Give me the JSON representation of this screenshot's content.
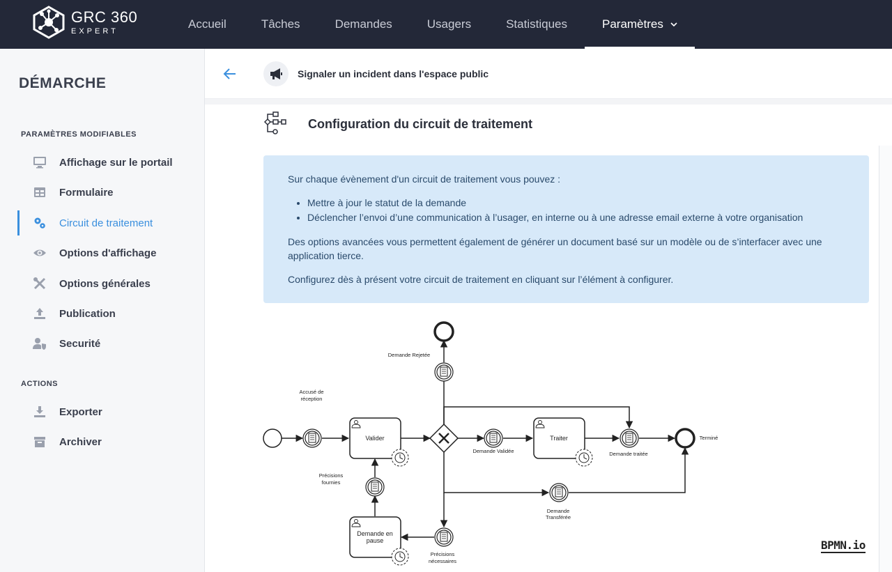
{
  "app": {
    "name": "GRC 360",
    "sub": "EXPERT"
  },
  "nav": [
    {
      "label": "Accueil"
    },
    {
      "label": "Tâches"
    },
    {
      "label": "Demandes"
    },
    {
      "label": "Usagers"
    },
    {
      "label": "Statistiques"
    },
    {
      "label": "Paramètres",
      "active": true
    }
  ],
  "sidebar": {
    "title": "DÉMARCHE",
    "section_params": "PARAMÈTRES MODIFIABLES",
    "section_actions": "ACTIONS",
    "items": [
      {
        "label": "Affichage sur le portail",
        "icon": "monitor-icon"
      },
      {
        "label": "Formulaire",
        "icon": "form-icon"
      },
      {
        "label": "Circuit de traitement",
        "icon": "gears-icon",
        "active": true
      },
      {
        "label": "Options d'affichage",
        "icon": "eye-icon"
      },
      {
        "label": "Options générales",
        "icon": "tools-icon"
      },
      {
        "label": "Publication",
        "icon": "upload-icon"
      },
      {
        "label": "Securité",
        "icon": "user-shield-icon"
      }
    ],
    "actions": [
      {
        "label": "Exporter",
        "icon": "download-icon"
      },
      {
        "label": "Archiver",
        "icon": "archive-icon"
      }
    ]
  },
  "header": {
    "process_title": "Signaler un incident dans l'espace public"
  },
  "section": {
    "title": "Configuration du circuit de traitement"
  },
  "info": {
    "intro": "Sur chaque évènement d'un circuit de traitement vous pouvez :",
    "bullets": [
      "Mettre à jour le statut de la demande",
      "Déclencher l’envoi d’une communication à l’usager, en interne ou à une adresse email externe à votre organisation"
    ],
    "advanced": "Des options avancées vous permettent également de générer un document basé sur un modèle ou de s’interfacer avec une application tierce.",
    "cta": "Configurez dès à présent votre circuit de traitement en cliquant sur l’élément à configurer."
  },
  "diagram": {
    "tasks": {
      "valider": "Valider",
      "traiter": "Traiter",
      "pause_1": "Demande en",
      "pause_2": "pause"
    },
    "events": {
      "accuse_1": "Accusé de",
      "accuse_2": "réception",
      "rejetee": "Demande Rejetée",
      "validee": "Demande Validée",
      "traitee": "Demande traitée",
      "termine": "Terminé",
      "precisions_fournies_1": "Précisions",
      "precisions_fournies_2": "fournies",
      "transferee_1": "Demande",
      "transferee_2": "Transférée",
      "precisions_necessaires_1": "Précisions",
      "precisions_necessaires_2": "nécessaires"
    },
    "watermark": "BPMN.io"
  },
  "colors": {
    "topbar": "#232838",
    "accent": "#3a8fde",
    "info_bg": "#d7e9f9"
  }
}
